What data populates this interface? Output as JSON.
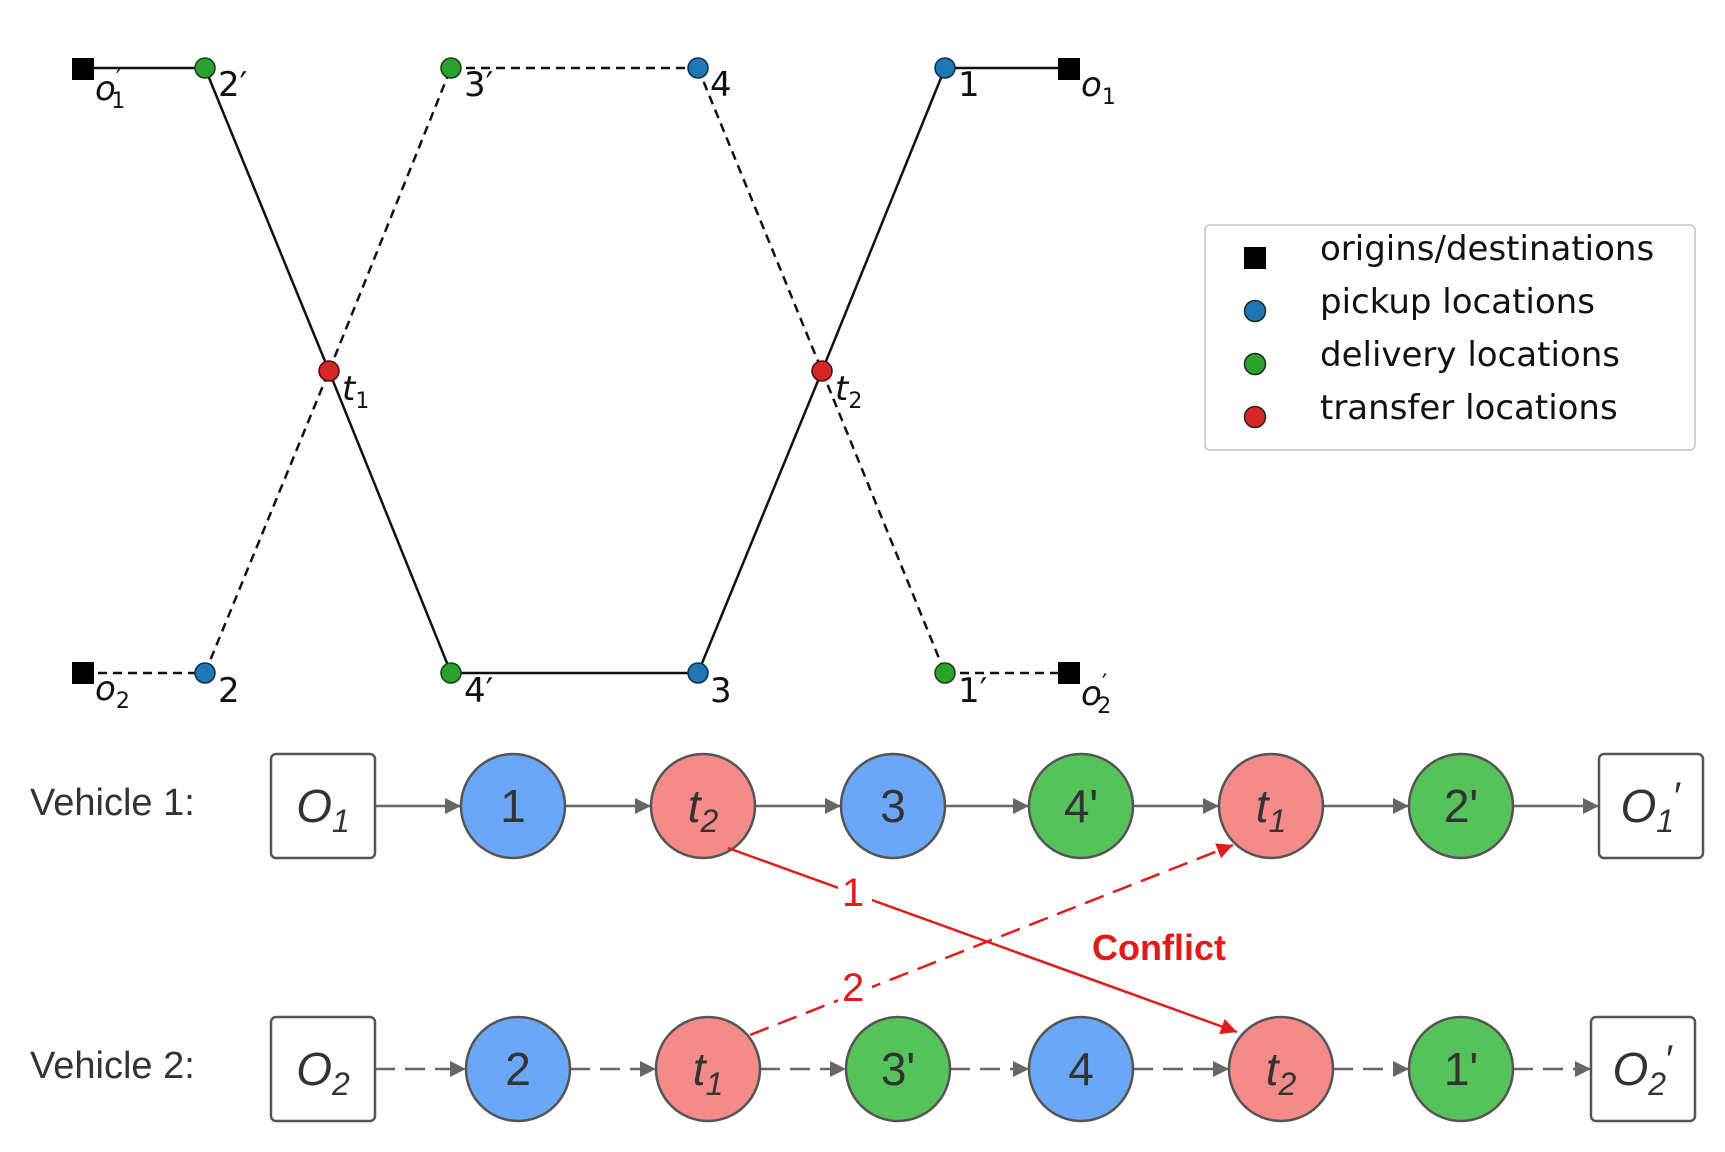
{
  "colors": {
    "pickup": "#1f77b4",
    "delivery": "#2ca02c",
    "transfer": "#d62728",
    "origin": "#000000",
    "blue_node": "#6aa8f7",
    "green_node": "#56c35a",
    "red_node": "#f48a8a",
    "conflict": "#e01b1b"
  },
  "legend": [
    {
      "marker": "square",
      "color": "#000000",
      "label": "origins/destinations"
    },
    {
      "marker": "circle",
      "color": "#1f77b4",
      "label": "pickup locations"
    },
    {
      "marker": "circle",
      "color": "#2ca02c",
      "label": "delivery locations"
    },
    {
      "marker": "circle",
      "color": "#d62728",
      "label": "transfer locations"
    }
  ],
  "map_labels": {
    "o1p": {
      "main": "o",
      "sub": "1",
      "prime": "′"
    },
    "o1": {
      "main": "o",
      "sub": "1"
    },
    "o2": {
      "main": "o",
      "sub": "2"
    },
    "o2p": {
      "main": "o",
      "sub": "2",
      "prime": "′"
    },
    "p2p": "2′",
    "p3p": "3′",
    "p4": "4",
    "p1": "1",
    "t1": {
      "main": "t",
      "sub": "1"
    },
    "t2": {
      "main": "t",
      "sub": "2"
    },
    "p2": "2",
    "p4p": "4′",
    "p3": "3",
    "p1p": "1′"
  },
  "vehicle1": {
    "label": "Vehicle 1:",
    "nodes": [
      {
        "kind": "box",
        "main": "O",
        "sub": "1",
        "prime": ""
      },
      {
        "kind": "blue",
        "text": "1"
      },
      {
        "kind": "red",
        "main": "t",
        "sub": "2"
      },
      {
        "kind": "blue",
        "text": "3"
      },
      {
        "kind": "green",
        "text": "4'"
      },
      {
        "kind": "red",
        "main": "t",
        "sub": "1"
      },
      {
        "kind": "green",
        "text": "2'"
      },
      {
        "kind": "box",
        "main": "O",
        "sub": "1",
        "prime": "′"
      }
    ]
  },
  "vehicle2": {
    "label": "Vehicle 2:",
    "nodes": [
      {
        "kind": "box",
        "main": "O",
        "sub": "2",
        "prime": ""
      },
      {
        "kind": "blue",
        "text": "2"
      },
      {
        "kind": "red",
        "main": "t",
        "sub": "1"
      },
      {
        "kind": "green",
        "text": "3'"
      },
      {
        "kind": "blue",
        "text": "4"
      },
      {
        "kind": "red",
        "main": "t",
        "sub": "2"
      },
      {
        "kind": "green",
        "text": "1'"
      },
      {
        "kind": "box",
        "main": "O",
        "sub": "2",
        "prime": "′"
      }
    ]
  },
  "conflict": {
    "label": "Conflict",
    "arrow1_label": "1",
    "arrow2_label": "2"
  }
}
